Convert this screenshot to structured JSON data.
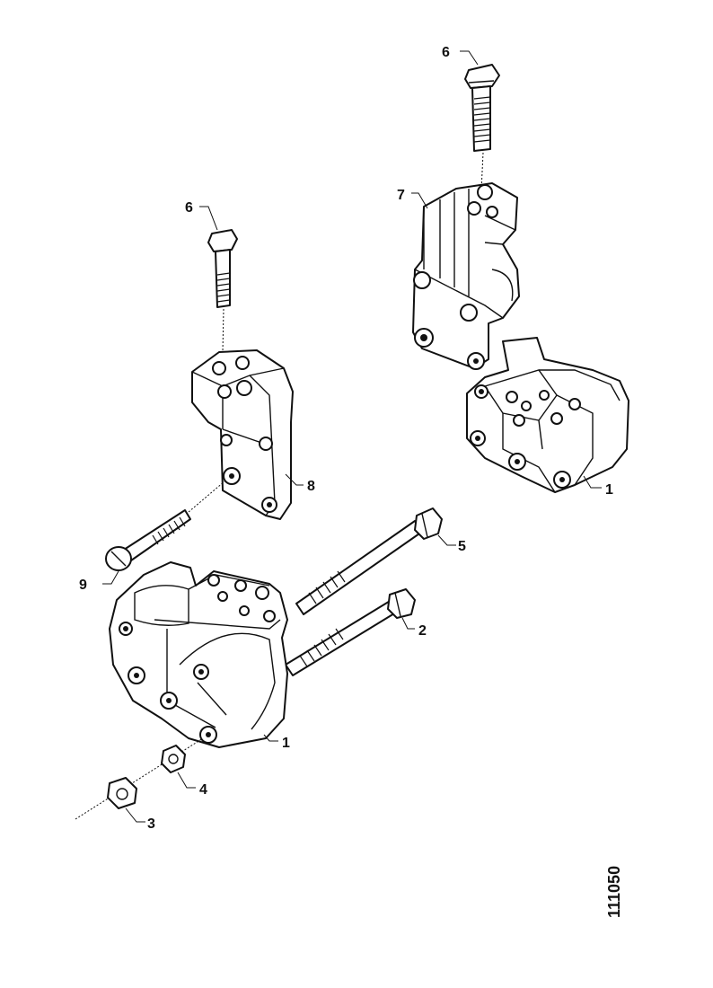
{
  "figure": {
    "reference_number": "111050",
    "callouts": {
      "c1a": "1",
      "c1b": "1",
      "c2": "2",
      "c3": "3",
      "c4": "4",
      "c5": "5",
      "c6a": "6",
      "c6b": "6",
      "c7": "7",
      "c8": "8",
      "c9": "9"
    }
  }
}
